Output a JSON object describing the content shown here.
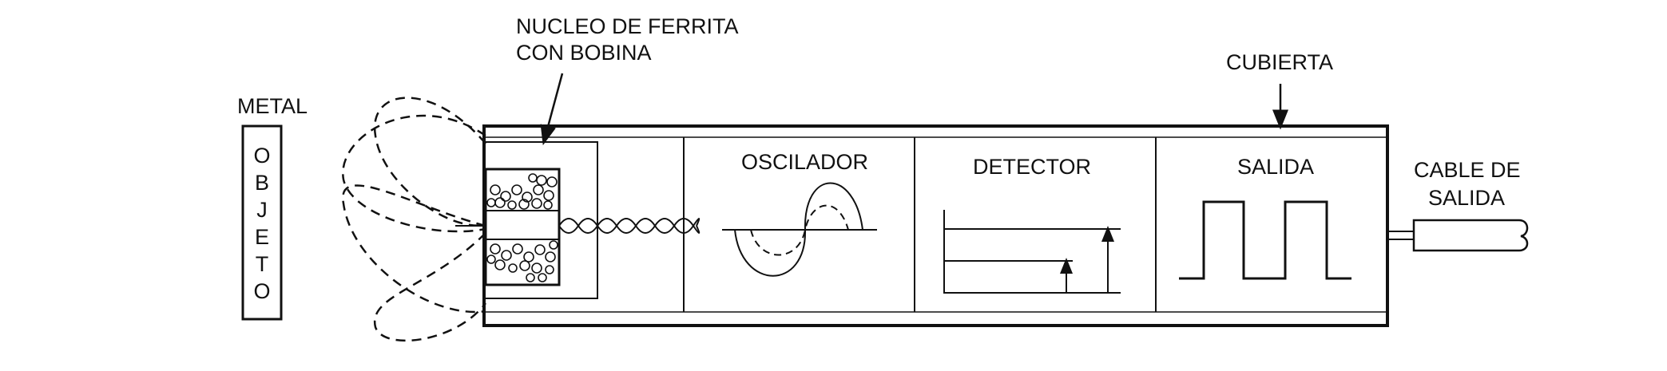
{
  "labels": {
    "metal": "METAL",
    "objeto_letters": [
      "O",
      "B",
      "J",
      "E",
      "T",
      "O"
    ],
    "nucleo_line1": "NUCLEO DE FERRITA",
    "nucleo_line2": "CON BOBINA",
    "cubierta": "CUBIERTA",
    "oscilador": "OSCILADOR",
    "detector": "DETECTOR",
    "salida": "SALIDA",
    "cable_line1": "CABLE DE",
    "cable_line2": "SALIDA"
  },
  "colors": {
    "ink": "#111111",
    "background": "#ffffff"
  }
}
